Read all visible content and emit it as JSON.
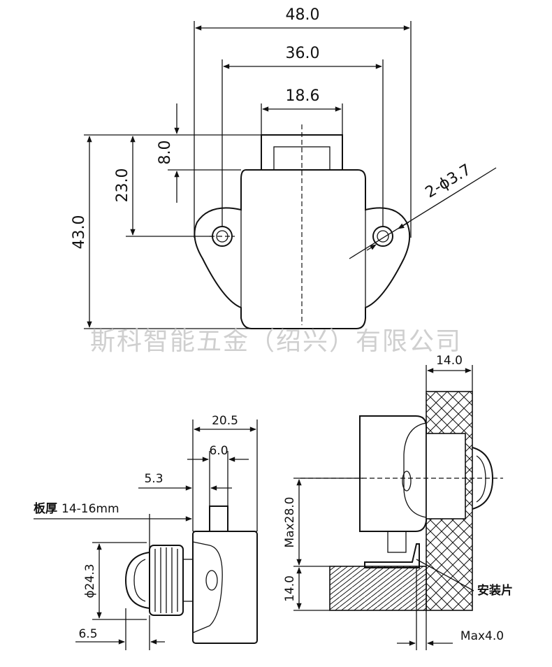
{
  "watermark": "斯科智能五金（绍兴）有限公司",
  "top_view": {
    "width_overall": "48.0",
    "hole_spacing": "36.0",
    "button_width": "18.6",
    "button_height": "8.0",
    "hole_to_top": "23.0",
    "height_overall": "43.0",
    "hole_spec": "2-ϕ3.7"
  },
  "side_view": {
    "depth_overall": "20.5",
    "width_6": "6.0",
    "width_5_3": "5.3",
    "panel_label": "板厚",
    "panel_range": "14-16mm",
    "diameter": "ϕ24.3",
    "offset": "6.5"
  },
  "install_view": {
    "board": "14.0",
    "max_height": "Max28.0",
    "bottom_board": "14.0",
    "bracket_label": "安装片",
    "max_gap": "Max4.0"
  }
}
